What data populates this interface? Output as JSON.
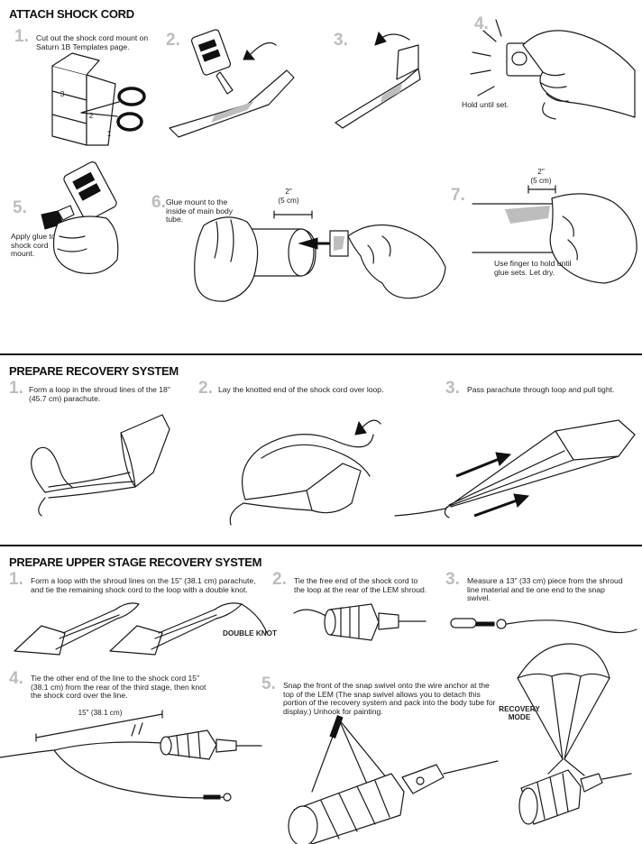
{
  "attach": {
    "title": "ATTACH SHOCK CORD",
    "steps": [
      {
        "num": "1.",
        "text": "Cut out the shock cord mount on Saturn 1B Templates page."
      },
      {
        "num": "2.",
        "text": ""
      },
      {
        "num": "3.",
        "text": ""
      },
      {
        "num": "4.",
        "text": "Hold until set."
      },
      {
        "num": "5.",
        "text": "Apply glue to shock cord mount."
      },
      {
        "num": "6.",
        "text": "Glue mount to the inside of main body tube."
      },
      {
        "num": "7.",
        "text": "Use finger to hold until glue sets. Let dry."
      }
    ],
    "template_numbers": [
      "3",
      "2",
      "1"
    ],
    "measure_6": [
      "2\"",
      "(5 cm)"
    ],
    "measure_7": [
      "2\"",
      "(5 cm)"
    ]
  },
  "recovery": {
    "title": "PREPARE RECOVERY SYSTEM",
    "steps": [
      {
        "num": "1.",
        "text": "Form a loop in the shroud lines of the 18\" (45.7 cm) parachute."
      },
      {
        "num": "2.",
        "text": "Lay the knotted end of the shock cord over loop."
      },
      {
        "num": "3.",
        "text": "Pass parachute through loop and pull tight."
      }
    ]
  },
  "upper": {
    "title": "PREPARE UPPER STAGE RECOVERY SYSTEM",
    "steps": [
      {
        "num": "1.",
        "text": "Form a loop with the shroud lines on the 15\" (38.1 cm) parachute, and tie the remaining shock cord to the loop with a double knot."
      },
      {
        "num": "2.",
        "text": "Tie the free end of the shock cord to the loop at the rear of the LEM shroud."
      },
      {
        "num": "3.",
        "text": "Measure a 13\" (33 cm) piece from the shroud line material and tie one end to the snap swivel."
      },
      {
        "num": "4.",
        "text": "Tie the other end of the line to the shock cord 15\" (38.1 cm) from the rear of the third stage, then knot the shock cord over the line."
      },
      {
        "num": "5.",
        "text": "Snap the front of the snap swivel onto the wire anchor at the top of the LEM (The snap swivel allows you to detach this portion of the recovery system and pack into the body tube for display.) Unhook for painting."
      }
    ],
    "double_knot_label": "DOUBLE KNOT",
    "measure_4": "15\" (38.1 cm)",
    "recovery_mode_label": "RECOVERY MODE"
  }
}
